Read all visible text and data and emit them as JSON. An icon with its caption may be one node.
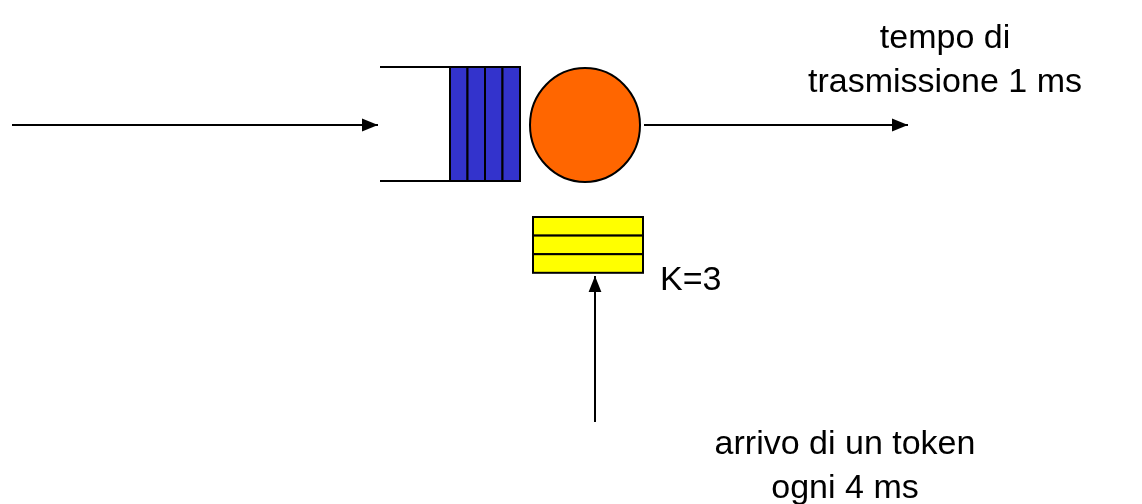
{
  "diagram": {
    "nodes": [
      {
        "text": [],
        "shape": "box"
      },
      {
        "text": [],
        "shape": "circle"
      },
      {
        "text": [],
        "shape": "box",
        "beside": [
          "K=3"
        ]
      }
    ],
    "edges": [
      {
        "from": null,
        "to": 0,
        "arrow": "to"
      },
      {
        "from": 1,
        "to": null,
        "arrow": "to"
      },
      {
        "from": null,
        "to": 2,
        "arrow": "to"
      }
    ],
    "labels": [
      "tempo di trasmissione 1 ms",
      "arrivo di un token ogni 4 ms"
    ]
  }
}
